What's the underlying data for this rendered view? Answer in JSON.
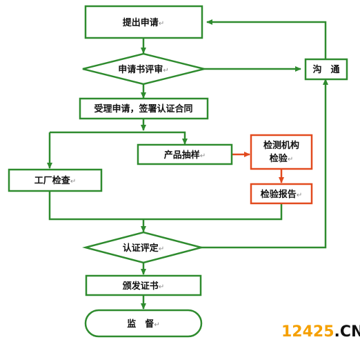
{
  "flowchart": {
    "nodes": {
      "apply": "提出申请",
      "review": "申请书评审",
      "communicate": "沟　通",
      "contract": "受理申请，签署认证合同",
      "sampling": "产品抽样",
      "lab_test": [
        "检测机构",
        "检验"
      ],
      "factory_inspection": "工厂检查",
      "test_report": "检验报告",
      "evaluation": "认证评定",
      "issue_cert": "颁发证书",
      "supervision": "监　督"
    },
    "para_mark": "↵"
  },
  "watermark": {
    "prefix": "12425",
    "suffix": ".CN",
    "prefix_color": "#f5a000",
    "suffix_color": "#111111"
  },
  "colors": {
    "green": "#2e8b2e",
    "red": "#e24a1e"
  }
}
